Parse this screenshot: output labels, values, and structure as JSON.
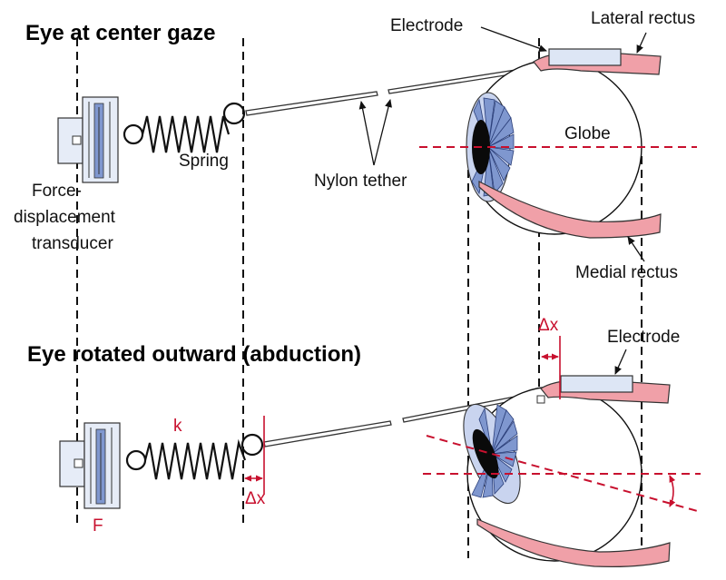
{
  "headings": {
    "top": "Eye at center gaze",
    "bottom": "Eye rotated outward (abduction)"
  },
  "labels": {
    "electrode_top": "Electrode",
    "lateral_rectus": "Lateral rectus",
    "globe": "Globe",
    "spring": "Spring",
    "nylon_tether": "Nylon tether",
    "transducer_line1": "Force-",
    "transducer_line2": "displacement",
    "transducer_line3": "transducer",
    "medial_rectus": "Medial rectus",
    "electrode_bottom": "Electrode",
    "delta_x_eye": "Δx",
    "delta_x_spring": "Δx",
    "k": "k",
    "F": "F"
  },
  "colors": {
    "text": "#111111",
    "red_annotation": "#c8102e",
    "muscle_fill": "#f0a0a8",
    "iris_fill": "#7f97cf",
    "iris_light": "#c9d4ef",
    "pupil": "#0a0a0a",
    "electrode_fill": "#dde6f5",
    "transducer_fill": "#e6ecf7"
  },
  "icons": {
    "transducer": "force-transducer-icon",
    "spring": "spring-coil-icon",
    "eye": "eyeball-icon"
  }
}
